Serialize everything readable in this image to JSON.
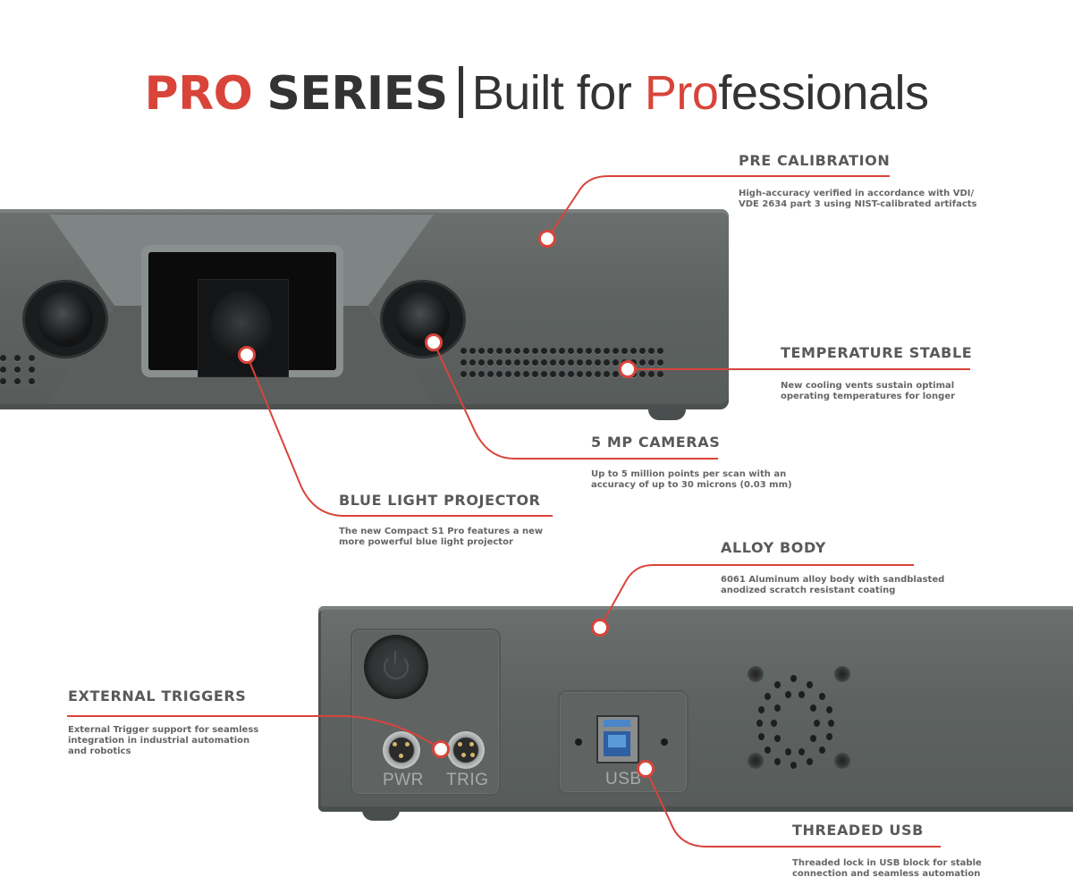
{
  "header": {
    "title_part1": "PRO",
    "title_part2": "SERIES",
    "title_part3": "Built for ",
    "title_part4": "Pro",
    "title_part5": "fessionals",
    "accent_color": "#d9443a",
    "text_color": "#333333"
  },
  "features": [
    {
      "id": "pre-calibration",
      "title": "PRE CALIBRATION",
      "description": "High-accuracy verified in accordance with VDI/\nVDE 2634 part 3 using NIST-calibrated artifacts"
    },
    {
      "id": "temperature-stable",
      "title": "TEMPERATURE STABLE",
      "description": "New cooling vents sustain optimal\noperating temperatures for longer"
    },
    {
      "id": "5mp-cameras",
      "title": "5 MP CAMERAS",
      "description": "Up to 5 million points per scan with an\n accuracy of up to 30 microns (0.03 mm)"
    },
    {
      "id": "blue-light-projector",
      "title": "BLUE LIGHT PROJECTOR",
      "description": "The new Compact S1 Pro features a new\nmore powerful blue light projector"
    },
    {
      "id": "alloy-body",
      "title": "ALLOY BODY",
      "description": "6061 Aluminum alloy body with sandblasted\nanodized scratch resistant coating"
    },
    {
      "id": "external-triggers",
      "title": "EXTERNAL TRIGGERS",
      "description": "External Trigger support for seamless\nintegration in industrial automation\nand robotics"
    },
    {
      "id": "threaded-usb",
      "title": "THREADED USB",
      "description": "Threaded lock in USB block for stable\nconnection and seamless automation"
    }
  ],
  "device_back": {
    "port_labels": {
      "pwr": "PWR",
      "trig": "TRIG",
      "usb": "USB"
    }
  },
  "colors": {
    "callout_line": "#d9443a",
    "device_body": "#5e6362",
    "heading_text": "#595959",
    "body_text": "#666666"
  }
}
